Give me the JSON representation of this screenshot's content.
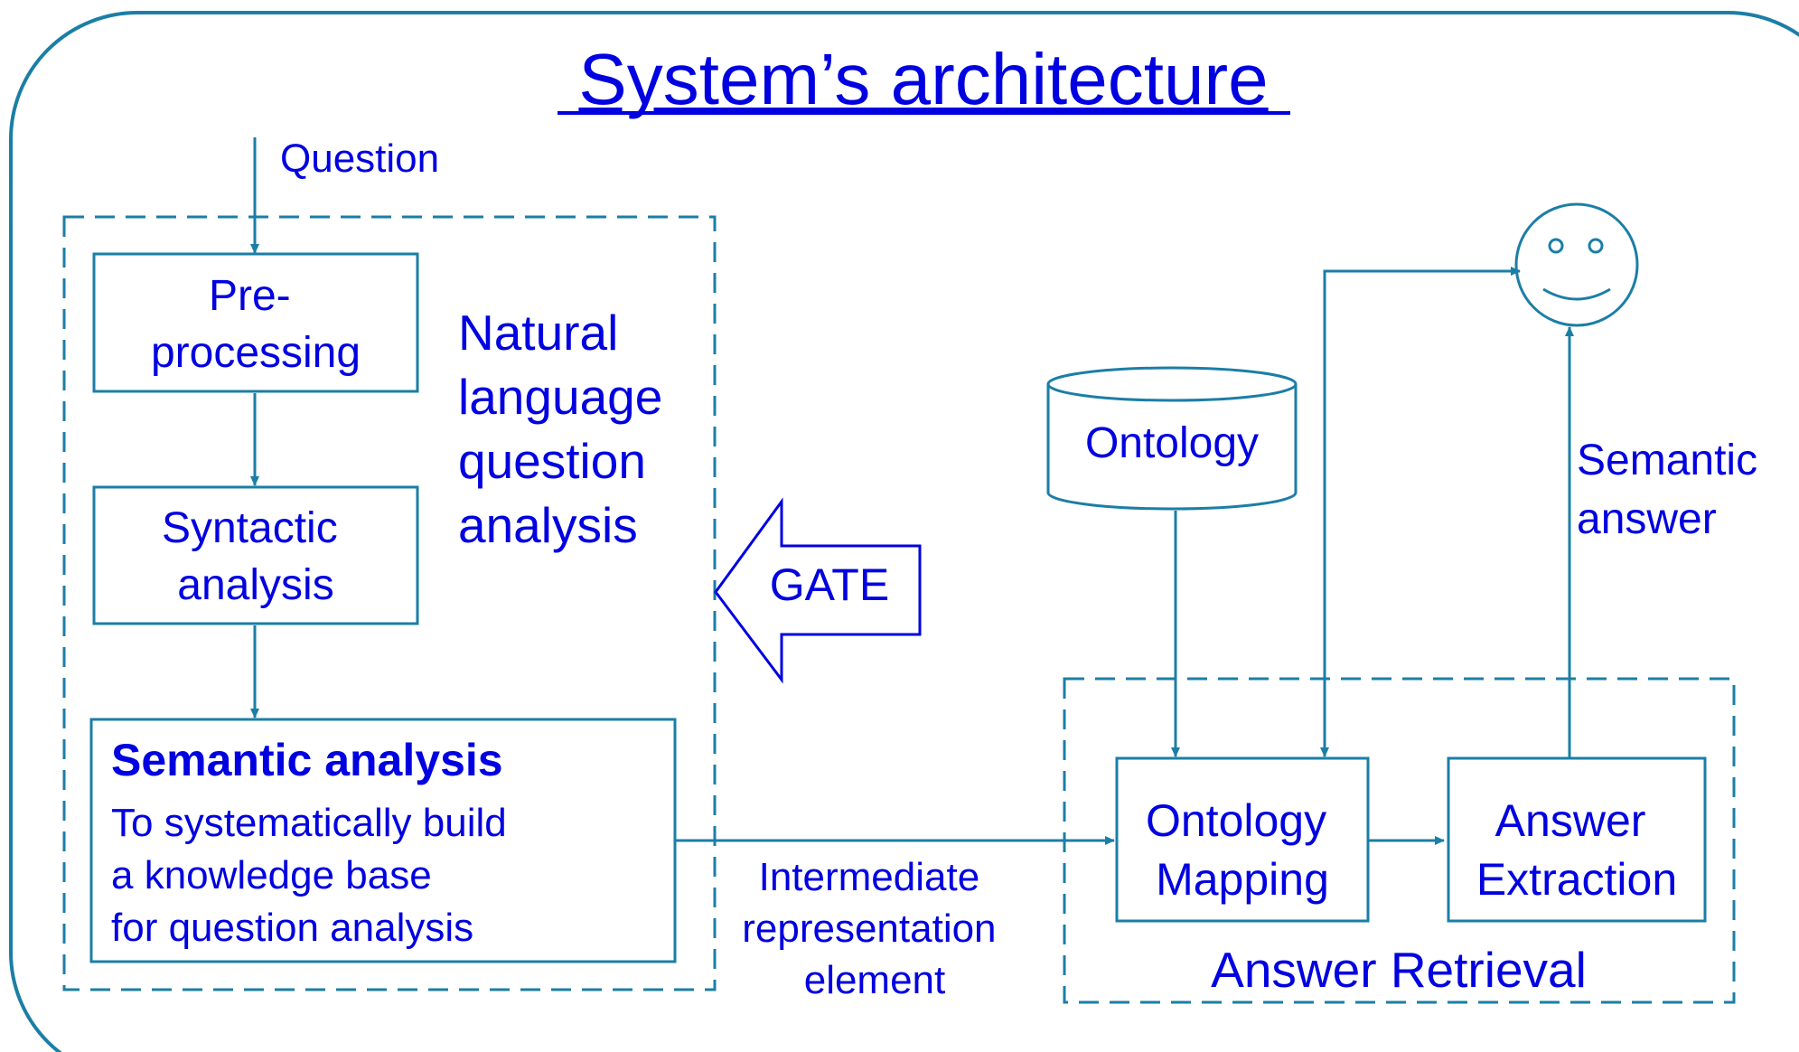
{
  "title": "System’s architecture",
  "colors": {
    "text": "#0000e0",
    "line": "#1b7ea6",
    "background": "#ffffff"
  },
  "input_label": "Question",
  "nlqa": {
    "group_label_lines": [
      "Natural",
      "language",
      "question",
      "analysis"
    ],
    "preprocessing_lines": [
      "Pre-",
      "processing"
    ],
    "syntactic_lines": [
      "Syntactic",
      "analysis"
    ],
    "semantic_title": "Semantic analysis",
    "semantic_lines": [
      "To systematically build",
      "a knowledge base",
      "for question analysis"
    ]
  },
  "gate_label": "GATE",
  "intermediate_lines": [
    "Intermediate",
    "representation",
    "element"
  ],
  "ontology_label": "Ontology",
  "retrieval": {
    "group_label": "Answer Retrieval",
    "mapping_lines": [
      "Ontology",
      "Mapping"
    ],
    "extraction_lines": [
      "Answer",
      "Extraction"
    ]
  },
  "semantic_answer_lines": [
    "Semantic",
    "answer"
  ],
  "user_icon": "smiley-face-icon"
}
